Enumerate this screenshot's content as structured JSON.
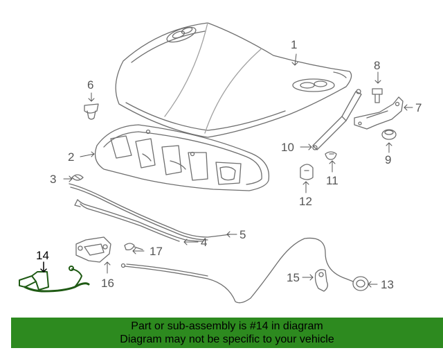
{
  "callouts": {
    "c1": "1",
    "c2": "2",
    "c3": "3",
    "c4": "4",
    "c5": "5",
    "c6": "6",
    "c7": "7",
    "c8": "8",
    "c9": "9",
    "c10": "10",
    "c11": "11",
    "c12": "12",
    "c13": "13",
    "c14": "14",
    "c15": "15",
    "c16": "16",
    "c17": "17"
  },
  "highlight": {
    "part": "14",
    "color": "#1f5a14"
  },
  "banner": {
    "line1": "Part or sub-assembly is #14 in diagram",
    "line2": "Diagram may not be specific to your vehicle",
    "background": "#2d8a1f"
  }
}
